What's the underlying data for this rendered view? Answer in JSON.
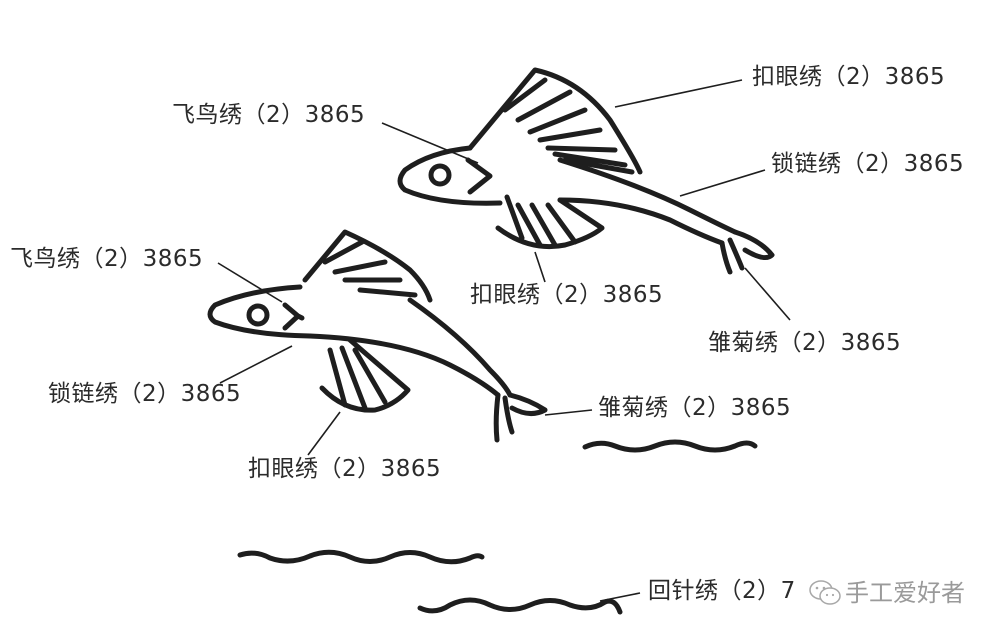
{
  "diagram": {
    "subject": "Two flying fish embroidery pattern with stitch labels",
    "labels": {
      "fish1_eye": "飞鸟绣（2）3865",
      "fish1_dorsal_fin": "扣眼绣（2）3865",
      "fish1_body": "锁链绣（2）3865",
      "fish1_pectoral_fin": "扣眼绣（2）3865",
      "fish1_tail": "雏菊绣（2）3865",
      "fish2_eye": "飞鸟绣（2）3865",
      "fish2_body": "锁链绣（2）3865",
      "fish2_pectoral_fin": "扣眼绣（2）3865",
      "fish2_tail": "雏菊绣（2）3865",
      "waves": "回针绣（2）7"
    },
    "watermark": {
      "icon": "wechat-icon",
      "text": "手工爱好者"
    }
  }
}
